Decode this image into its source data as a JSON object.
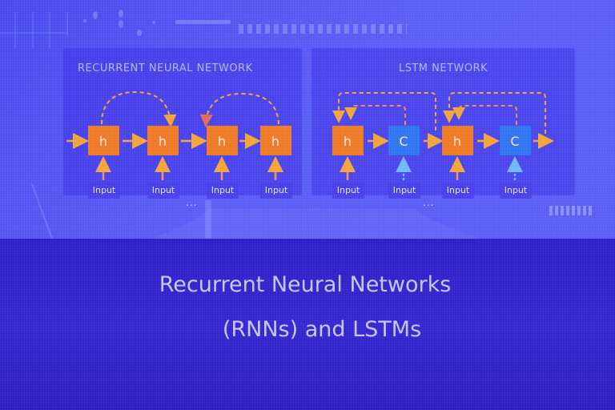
{
  "rnn_panel": {
    "title": "RECURRENT NEURAL NETWORK",
    "nodes": [
      "h",
      "h",
      "h",
      "h"
    ],
    "inputs": [
      "Input",
      "Input",
      "Input",
      "Input"
    ],
    "ellipsis": "..."
  },
  "lstm_panel": {
    "title": "LSTM NETWORK",
    "nodes": [
      "h",
      "C",
      "h",
      "C"
    ],
    "inputs": [
      "Input",
      "Input",
      "Input",
      "Input"
    ],
    "ellipsis": "..."
  },
  "caption": {
    "line1": "Recurrent Neural Networks",
    "line2": "(RNNs) and LSTMs"
  },
  "colors": {
    "hidden_node": "#ee7a26",
    "cell_node": "#2f74ef",
    "arrow": "#f2a43a",
    "background_top": "#5b5cf6",
    "background_bottom": "#2c1ec8"
  }
}
